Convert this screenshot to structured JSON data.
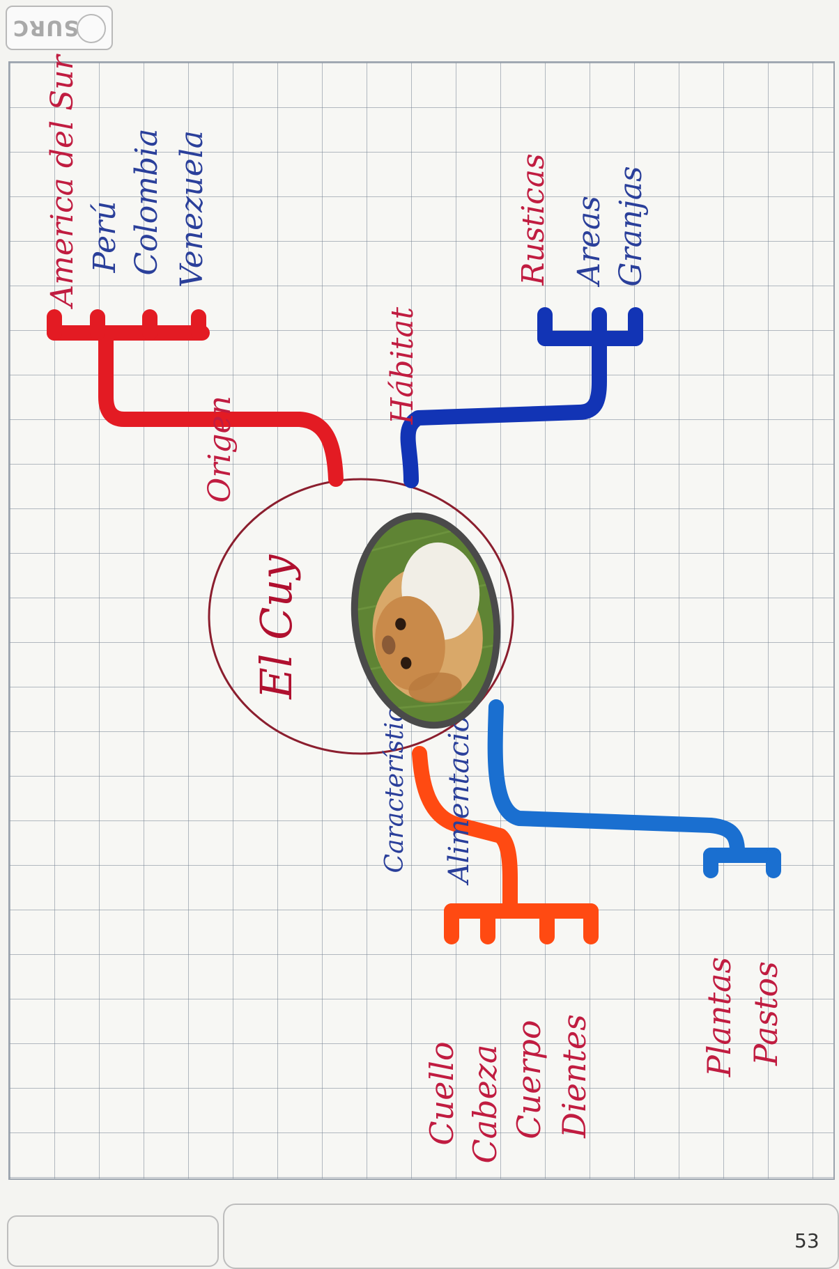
{
  "logo": {
    "text": "SURC",
    "label": "SURCO"
  },
  "center": {
    "title": "El Cuy",
    "photo": "guinea-pig-photo"
  },
  "branches": [
    {
      "key": "origen",
      "label": "Origen",
      "color": "#e31b23",
      "items": [
        "America del Sur",
        "Perú",
        "Colombia",
        "Venezuela"
      ]
    },
    {
      "key": "habitat",
      "label": "Hábitat",
      "color": "#1234b5",
      "items": [
        "Rusticas",
        "Areas",
        "Granjas"
      ]
    },
    {
      "key": "caracteristicas",
      "label": "Características",
      "color": "#ff4a12",
      "items": [
        "Cuello",
        "Cabeza",
        "Cuerpo",
        "Dientes"
      ]
    },
    {
      "key": "alimentacion",
      "label": "Alimentación",
      "color": "#1a6fd0",
      "items": [
        "Plantas",
        "Pastos"
      ]
    }
  ],
  "page_number": "53",
  "colors": {
    "ink_red": "#b0102f",
    "ink_blue": "#2a3f9a",
    "grid": "#7a8594",
    "paper": "#f7f7f4"
  }
}
